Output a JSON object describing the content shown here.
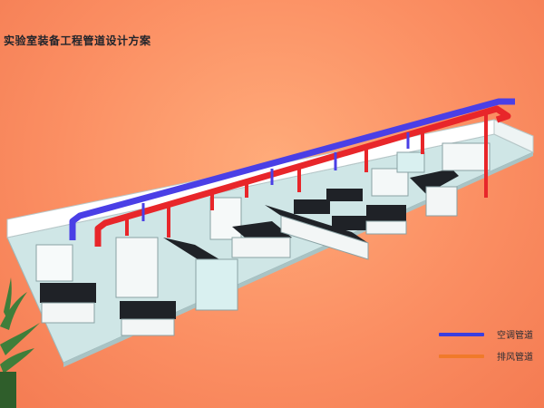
{
  "title": "实验室装备工程管道设计方案",
  "legend": {
    "items": [
      {
        "label": "空调管道",
        "color": "#3a3ee0"
      },
      {
        "label": "排风管道",
        "color": "#f07a2a"
      }
    ]
  },
  "colors": {
    "hvac_duct": "#4a3fe6",
    "exhaust_duct": "#e8262a",
    "floor": "#cfe6e6",
    "wall": "#ffffff",
    "bench_top": "#1c1f24",
    "plant": "#3f7e3a"
  }
}
